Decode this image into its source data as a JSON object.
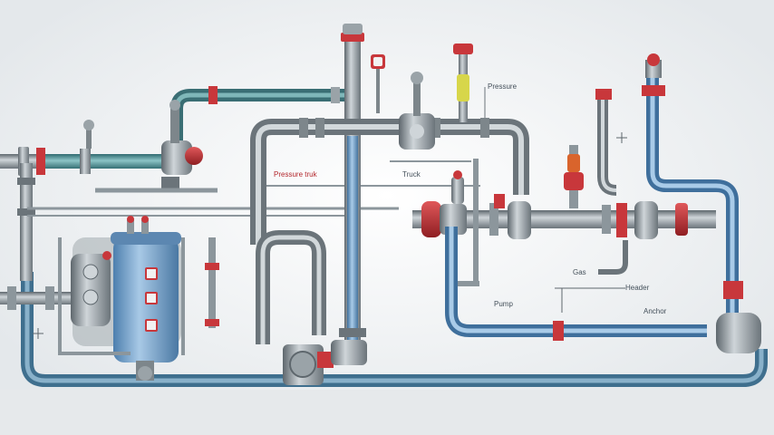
{
  "labels": {
    "top_right": "Pressure",
    "left_mid": "Pressure truk",
    "center_mid": "Truck",
    "right_small": "Gas",
    "center_low": "Pump",
    "right_a": "Header",
    "right_b": "Anchor"
  },
  "colors": {
    "background": "#eceff1",
    "steel_pipe": "#8c969c",
    "teal_pipe": "#4f8f94",
    "blue_pipe": "#6a9fd0",
    "valve_red": "#c8373b",
    "tank_blue": "#6b9ac6",
    "gauge_yellow": "#d7d64a"
  },
  "components": [
    "pipeline",
    "valve",
    "pressure-gauge",
    "storage-tank",
    "pump",
    "flange"
  ]
}
